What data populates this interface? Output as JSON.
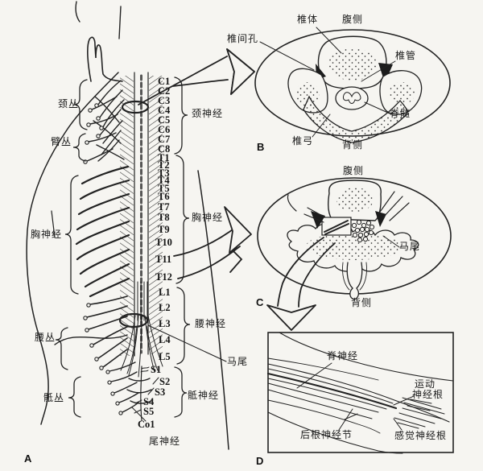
{
  "colors": {
    "paper": "#f6f5f1",
    "ink": "#222222"
  },
  "panelA": {
    "letter": "A",
    "plexus_labels": {
      "cervical_plexus": "颈丛",
      "brachial_plexus": "臂丛",
      "thoracic_nerves_left": "胸神经",
      "lumbar_plexus": "腰丛",
      "sacral_plexus": "骶丛"
    },
    "nerve_group_labels": {
      "cervical": "颈神经",
      "thoracic": "胸神经",
      "lumbar": "腰神经",
      "sacral": "骶神经",
      "coccygeal": "尾神经"
    },
    "cauda_equina": "马尾",
    "segments": {
      "cervical": [
        "C1",
        "C2",
        "C3",
        "C4",
        "C5",
        "C6",
        "C7",
        "C8"
      ],
      "thoracic": [
        "T1",
        "T2",
        "T3",
        "T4",
        "T5",
        "T6",
        "T7",
        "T8",
        "T9",
        "T10",
        "T11",
        "T12"
      ],
      "lumbar": [
        "L1",
        "L2",
        "L3",
        "L4",
        "L5"
      ],
      "sacral": [
        "S1",
        "S2",
        "S3",
        "S4",
        "S5"
      ],
      "coccygeal": [
        "Co1"
      ]
    }
  },
  "panelB": {
    "letter": "B",
    "labels": {
      "vertebral_body": "椎体",
      "ventral": "腹侧",
      "intervertebral_foramen": "椎间孔",
      "vertebral_canal": "椎管",
      "spinal_cord": "脊髓",
      "vertebral_arch": "椎弓",
      "dorsal": "背侧"
    }
  },
  "panelC": {
    "letter": "C",
    "labels": {
      "ventral": "腹侧",
      "cauda_equina": "马尾",
      "dorsal": "背侧"
    }
  },
  "panelD": {
    "letter": "D",
    "labels": {
      "spinal_nerve": "脊神经",
      "motor_root_line1": "运动",
      "motor_root_line2": "神经根",
      "dorsal_root_ganglion": "后根神经节",
      "sensory_root": "感觉神经根"
    }
  }
}
